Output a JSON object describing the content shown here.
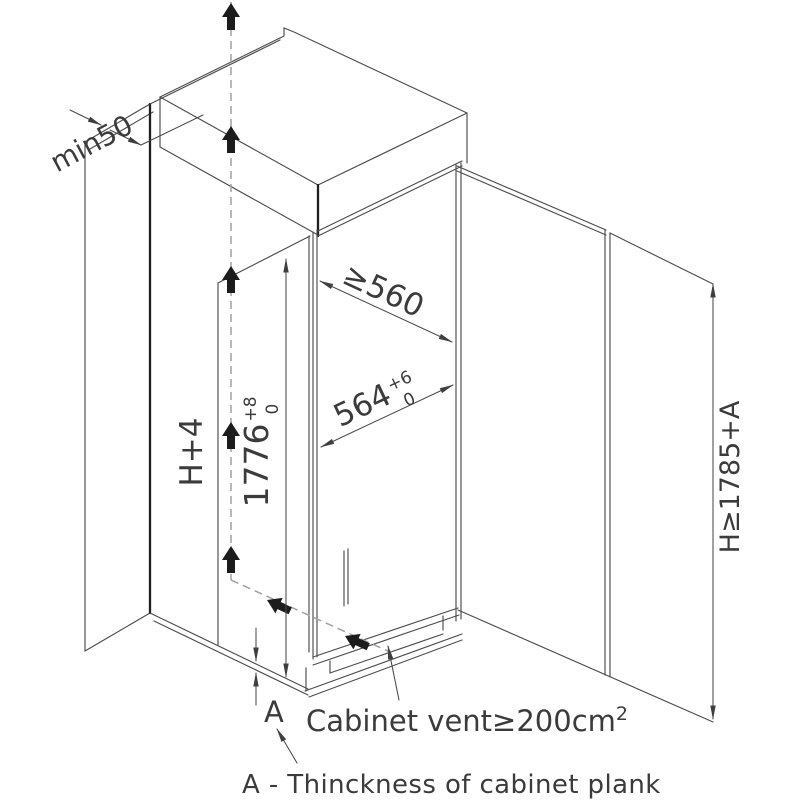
{
  "diagram": {
    "dims": {
      "min50": "min50",
      "depth": "≥560",
      "width": {
        "value": "564",
        "plus": "+6",
        "minus": "0"
      },
      "height": {
        "value": "1776",
        "plus": "+8",
        "minus": "0"
      },
      "door": "H+4",
      "side_panel": "H≥1785+A",
      "plank": "A"
    },
    "vent": {
      "text": "Cabinet vent≥200cm",
      "sup": "2"
    },
    "caption": "A - Thinckness of cabinet plank",
    "colors": {
      "background": "#ffffff",
      "line": "#4d4d4d",
      "edge": "#1f1f1f",
      "airflow_arrow": "#1c1c1c",
      "text": "#3b3b3b"
    }
  }
}
